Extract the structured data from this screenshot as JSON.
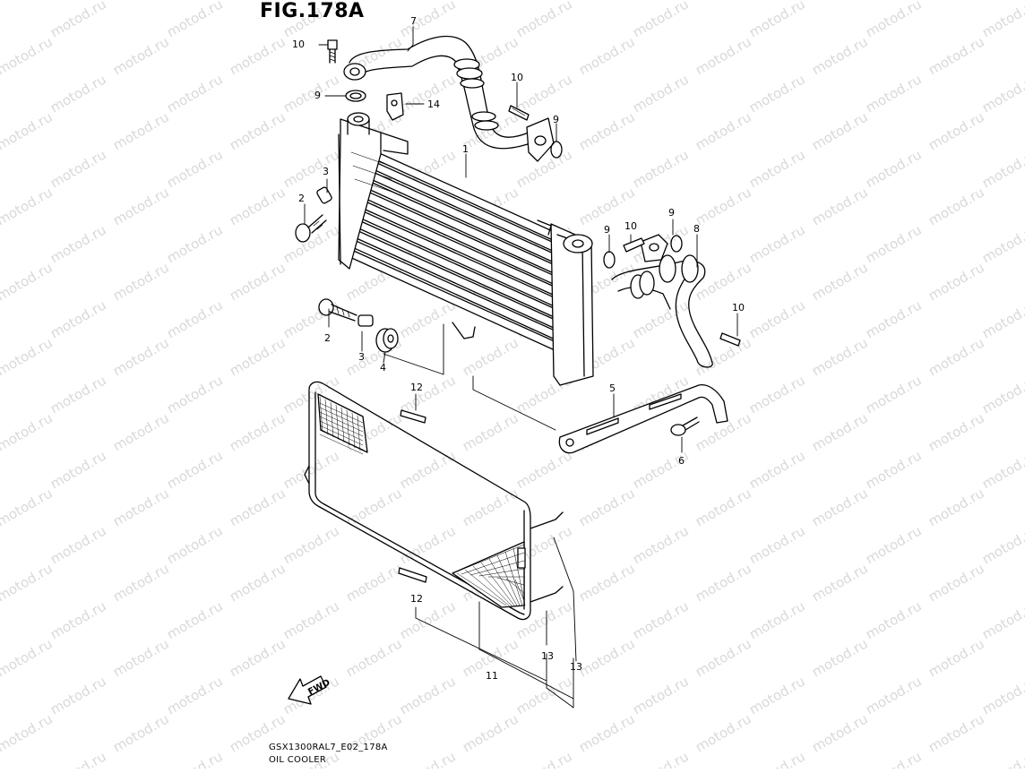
{
  "figure": {
    "title": "FIG.178A",
    "code": "GSX1300RAL7_E02_178A",
    "subtitle": "OIL COOLER",
    "direction_label": "FWD",
    "watermark": "motod.ru"
  },
  "callouts": [
    {
      "id": "c7a",
      "label": "7"
    },
    {
      "id": "c10a",
      "label": "10"
    },
    {
      "id": "c9a",
      "label": "9"
    },
    {
      "id": "c14",
      "label": "14"
    },
    {
      "id": "c10b",
      "label": "10"
    },
    {
      "id": "c9b",
      "label": "9"
    },
    {
      "id": "c1",
      "label": "1"
    },
    {
      "id": "c3a",
      "label": "3"
    },
    {
      "id": "c2a",
      "label": "2"
    },
    {
      "id": "c9c",
      "label": "9"
    },
    {
      "id": "c10c",
      "label": "10"
    },
    {
      "id": "c9d",
      "label": "9"
    },
    {
      "id": "c8",
      "label": "8"
    },
    {
      "id": "c10d",
      "label": "10"
    },
    {
      "id": "c2b",
      "label": "2"
    },
    {
      "id": "c3b",
      "label": "3"
    },
    {
      "id": "c4",
      "label": "4"
    },
    {
      "id": "c12a",
      "label": "12"
    },
    {
      "id": "c5",
      "label": "5"
    },
    {
      "id": "c6",
      "label": "6"
    },
    {
      "id": "c12b",
      "label": "12"
    },
    {
      "id": "c13a",
      "label": "13"
    },
    {
      "id": "c13b",
      "label": "13"
    },
    {
      "id": "c11",
      "label": "11"
    }
  ],
  "colors": {
    "line": "#000000",
    "watermark": "#d9d9d9",
    "background": "#ffffff"
  }
}
